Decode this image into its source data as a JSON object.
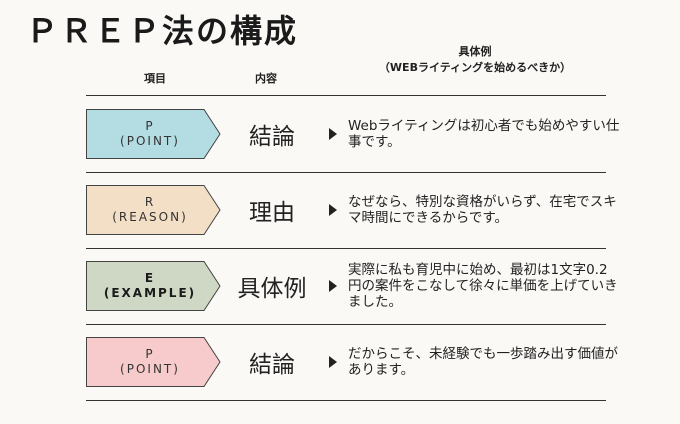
{
  "title": "ＰＲＥＰ法の構成",
  "headers": {
    "item": "項目",
    "content": "内容",
    "example_line1": "具体例",
    "example_line2": "（WEBライティングを始めるべきか）"
  },
  "rows": [
    {
      "letter": "P",
      "word": "(POINT)",
      "concept": "結論",
      "example": "Webライティングは初心者でも始めやすい仕事です。",
      "color": "#b3dde2",
      "bold": false
    },
    {
      "letter": "R",
      "word": "(REASON)",
      "concept": "理由",
      "example": "なぜなら、特別な資格がいらず、在宅でスキマ時間にできるからです。",
      "color": "#f2dfc6",
      "bold": false
    },
    {
      "letter": "E",
      "word": "(EXAMPLE)",
      "concept": "具体例",
      "example": "実際に私も育児中に始め、最初は1文字0.2円の案件をこなして徐々に単価を上げていきました。",
      "color": "#cfd8c4",
      "bold": true
    },
    {
      "letter": "P",
      "word": "(POINT)",
      "concept": "結論",
      "example": "だからこそ、未経験でも一歩踏み出す価値があります。",
      "color": "#f7cbcb",
      "bold": false
    }
  ],
  "colors": {
    "arrow": "#222222",
    "outline": "#444444",
    "rule": "#333333"
  }
}
